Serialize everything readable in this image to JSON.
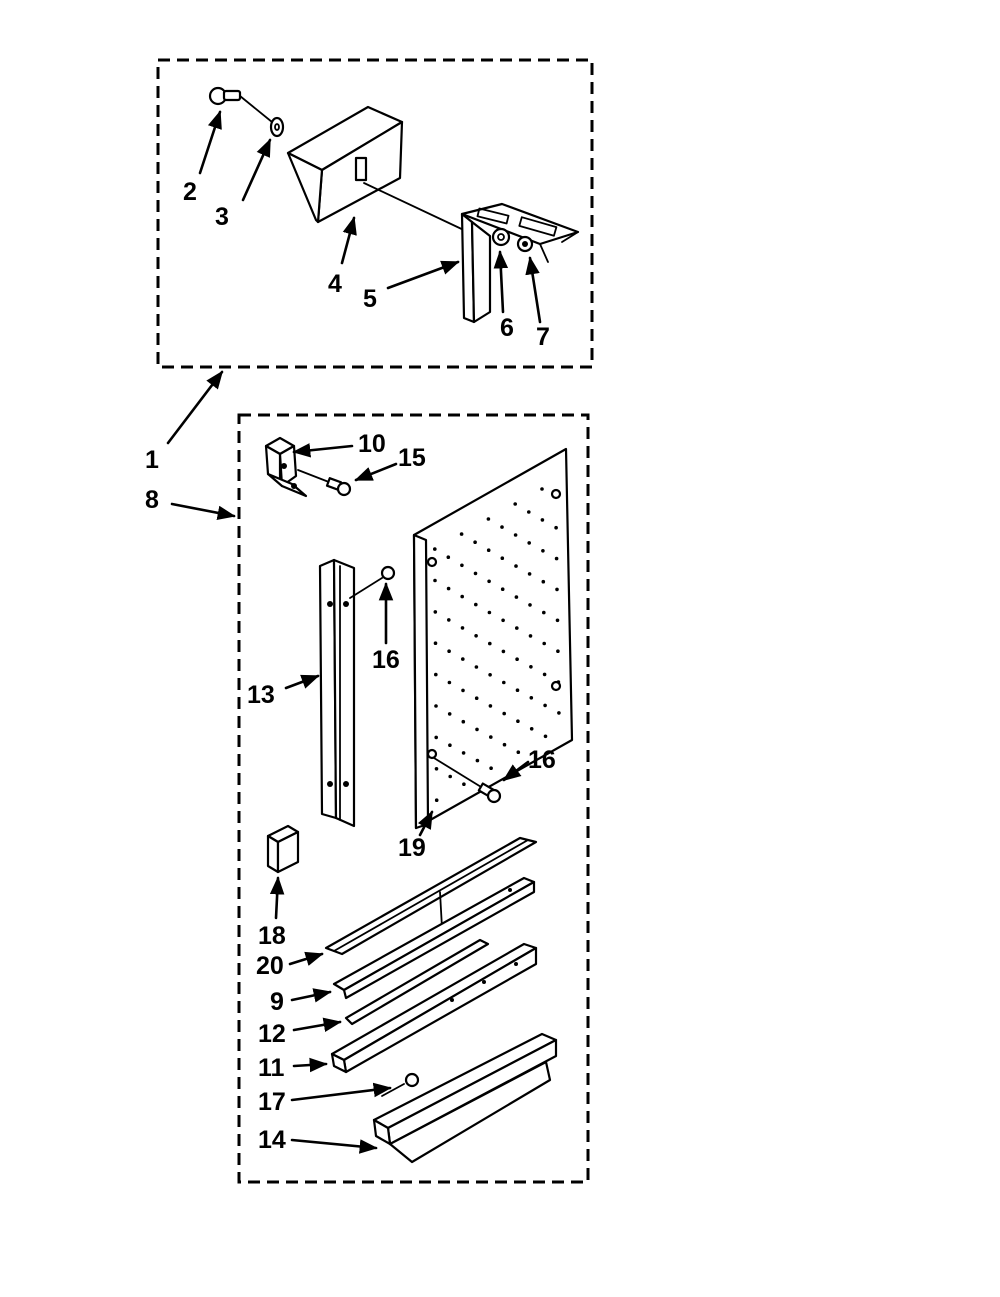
{
  "diagram": {
    "type": "exploded-parts-diagram",
    "callouts": [
      "1",
      "2",
      "3",
      "4",
      "5",
      "6",
      "7",
      "8",
      "9",
      "10",
      "11",
      "12",
      "13",
      "14",
      "15",
      "16",
      "16",
      "17",
      "18",
      "19",
      "20"
    ],
    "labels": {
      "c1": "1",
      "c2": "2",
      "c3": "3",
      "c4": "4",
      "c5": "5",
      "c6": "6",
      "c7": "7",
      "c8": "8",
      "c9": "9",
      "c10": "10",
      "c11": "11",
      "c12": "12",
      "c13": "13",
      "c14": "14",
      "c15": "15",
      "c16a": "16",
      "c16b": "16",
      "c17": "17",
      "c18": "18",
      "c19": "19",
      "c20": "20"
    }
  }
}
